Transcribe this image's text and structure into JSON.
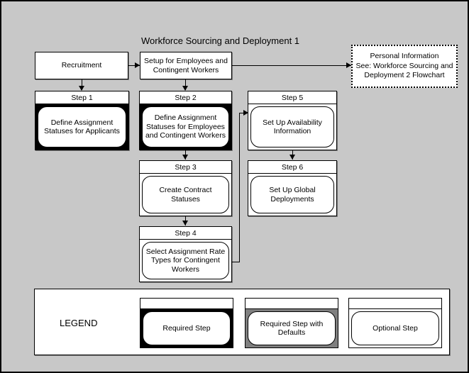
{
  "chart": {
    "title": "Workforce Sourcing and Deployment 1",
    "background_color": "#c8c8c8",
    "border_color": "#000000"
  },
  "nodes": {
    "recruitment": {
      "label": "Recruitment"
    },
    "setup": {
      "line1": "Setup for Employees and",
      "line2": "Contingent Workers"
    },
    "reference": {
      "line1": "Personal Information",
      "line2": "See: Workforce Sourcing and",
      "line3": "Deployment 2 Flowchart"
    }
  },
  "steps": [
    {
      "id": "step1",
      "header": "Step 1",
      "body": "Define Assignment Statuses for Applicants",
      "style": "required"
    },
    {
      "id": "step2",
      "header": "Step 2",
      "body": "Define Assignment Statuses for Employees and Contingent Workers",
      "style": "required"
    },
    {
      "id": "step3",
      "header": "Step 3",
      "body": "Create Contract Statuses",
      "style": "optional"
    },
    {
      "id": "step4",
      "header": "Step 4",
      "body": "Select Assignment Rate Types for Contingent Workers",
      "style": "optional"
    },
    {
      "id": "step5",
      "header": "Step 5",
      "body": "Set Up Availability Information",
      "style": "optional"
    },
    {
      "id": "step6",
      "header": "Step 6",
      "body": "Set Up Global Deployments",
      "style": "optional"
    }
  ],
  "legend": {
    "title": "LEGEND",
    "items": [
      {
        "label": "Required Step",
        "style": "required",
        "fill": "#000000"
      },
      {
        "label": "Required Step with Defaults",
        "style": "required-defaults",
        "fill": "#7f7f7f"
      },
      {
        "label": "Optional Step",
        "style": "optional",
        "fill": "#ffffff"
      }
    ]
  }
}
